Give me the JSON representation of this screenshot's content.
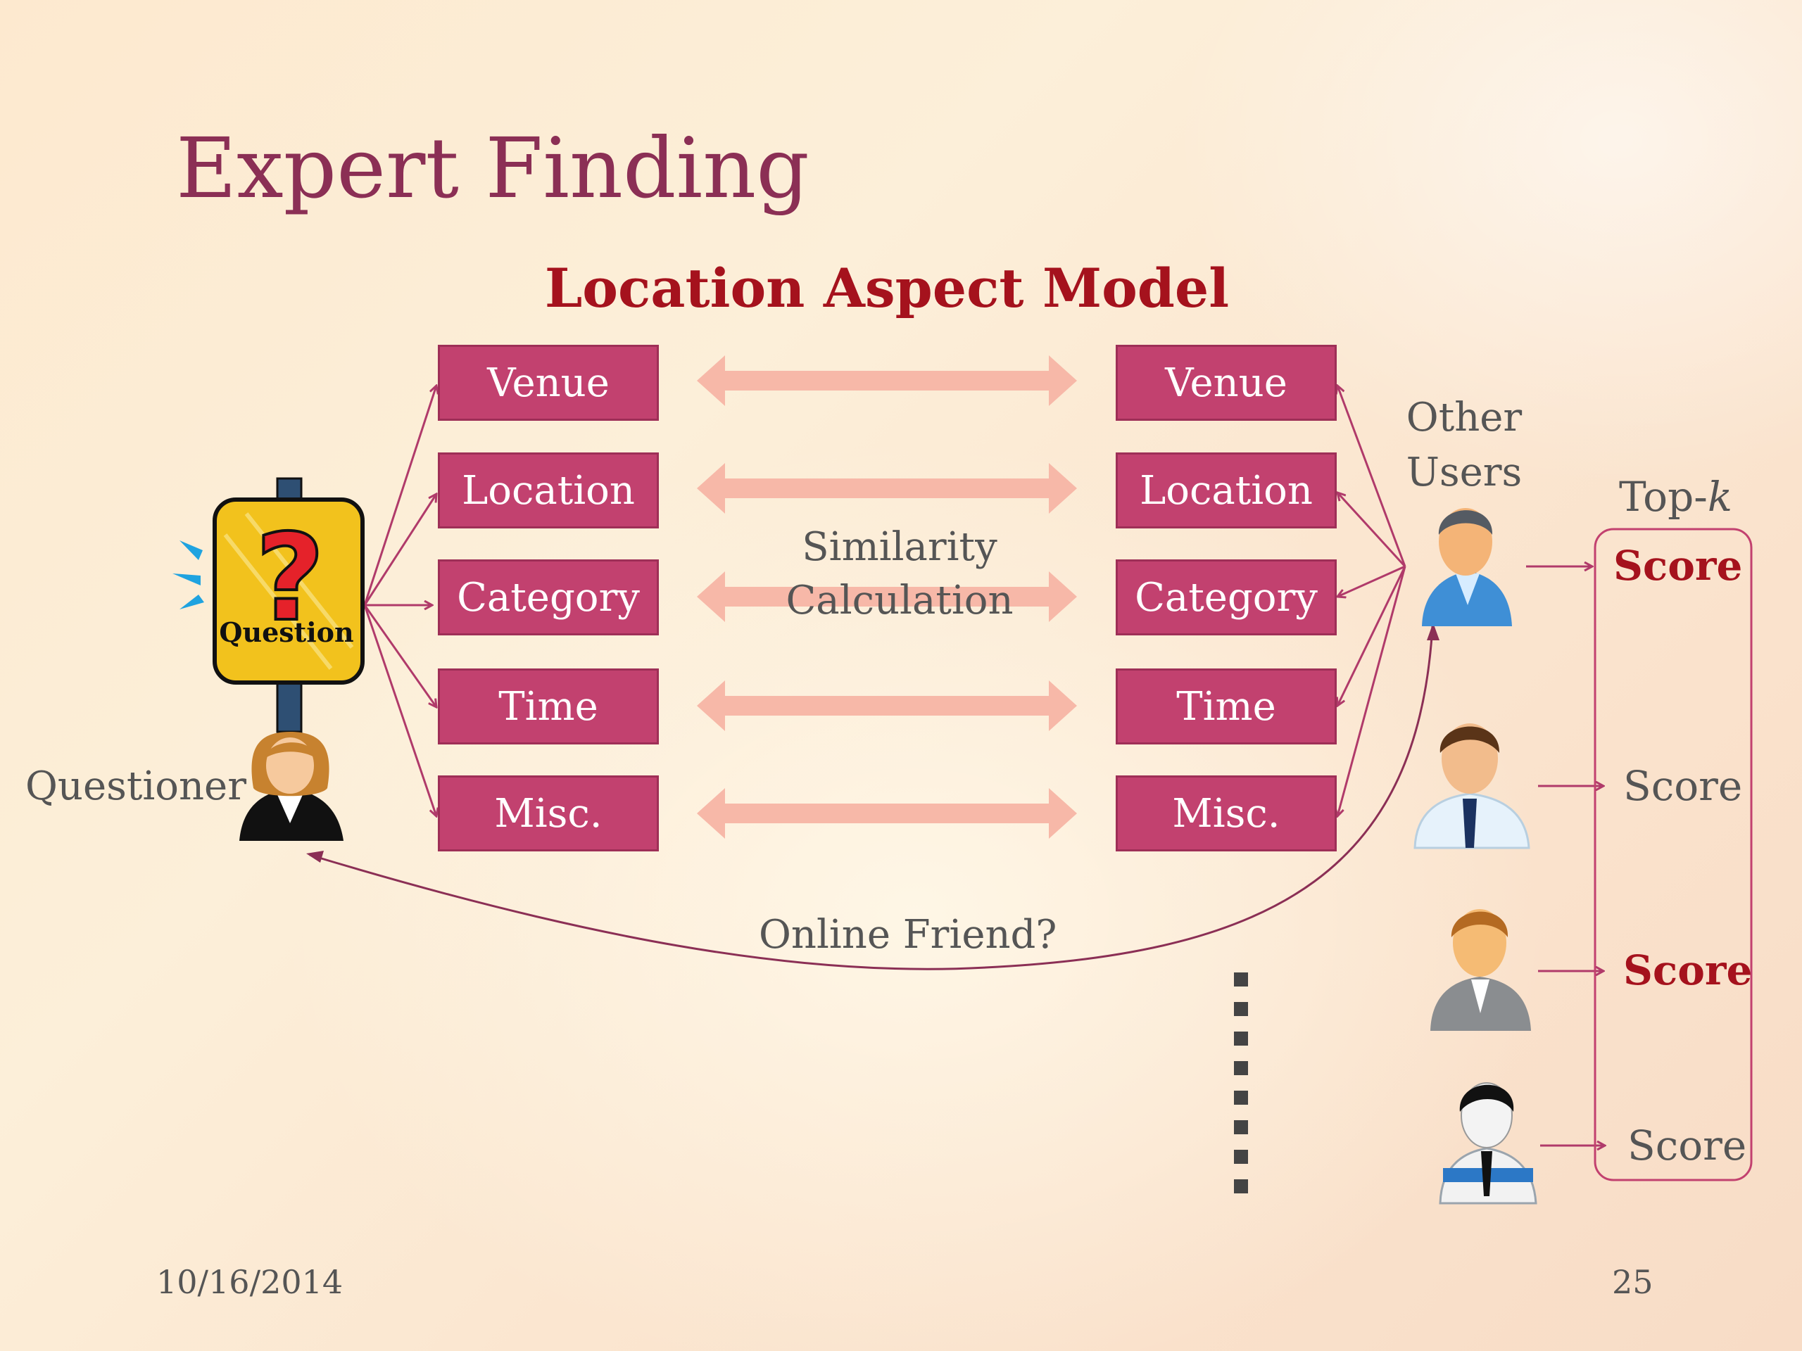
{
  "slide": {
    "title": "Expert Finding",
    "subtitle": "Location Aspect Model",
    "date": "10/16/2014",
    "page_number": "25"
  },
  "left_aspects": [
    "Venue",
    "Location",
    "Category",
    "Time",
    "Misc."
  ],
  "right_aspects": [
    "Venue",
    "Location",
    "Category",
    "Time",
    "Misc."
  ],
  "similarity": {
    "line1": "Similarity",
    "line2": "Calculation"
  },
  "question_sign": {
    "text": "Question",
    "mark": "?"
  },
  "questioner_label": "Questioner",
  "other_users": {
    "line1": "Other",
    "line2": "Users"
  },
  "online_friend": "Online Friend?",
  "top_k": {
    "prefix": "Top-",
    "var": "k"
  },
  "scores": [
    {
      "text": "Score",
      "highlight": true
    },
    {
      "text": "Score",
      "highlight": false
    },
    {
      "text": "Score",
      "highlight": true
    },
    {
      "text": "Score",
      "highlight": false
    }
  ],
  "colors": {
    "title": "#8b2f55",
    "subtitle": "#a5121d",
    "box_fill": "#c2416f",
    "connector": "#b03a6a",
    "similarity_arrow": "#f7b8a8",
    "score_highlight": "#a5121d"
  },
  "icons": {
    "question_sign": "question-sign-icon",
    "questioner": "female-user-icon",
    "users": [
      "male-user-casual-icon",
      "male-user-tie-icon",
      "male-user-suit-icon",
      "male-user-dark-hair-icon"
    ],
    "continuation": "vertical-ellipsis-icon"
  }
}
